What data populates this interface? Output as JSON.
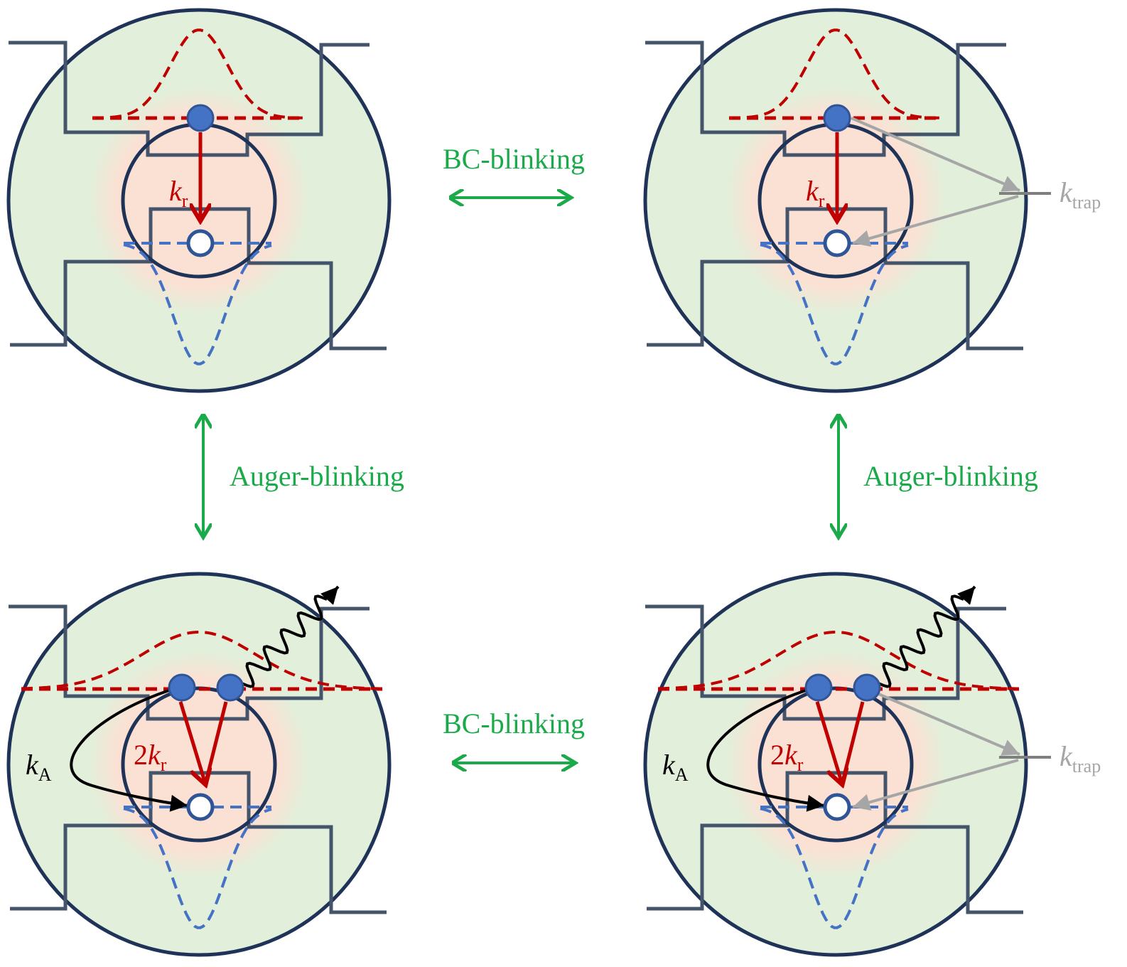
{
  "title": "Blinking mechanisms in core/shell quantum dots",
  "colors": {
    "shell_fill": "#e2efda",
    "core_glow": "#fbe1d4",
    "outline": "#1f3358",
    "band_edge": "#44546a",
    "electron": "#4472c4",
    "electron_wavefunction": "#c00000",
    "hole_wavefunction": "#4472c4",
    "transition_arrow": "#1aaa4a",
    "radiative_arrow": "#c00000",
    "trap": "#a6a6a6",
    "auger_arrow": "#000000"
  },
  "transitions": {
    "top_horizontal": "BC-blinking",
    "bottom_horizontal": "BC-blinking",
    "left_vertical": "Auger-blinking",
    "right_vertical": "Auger-blinking"
  },
  "panels": [
    {
      "id": "single-exciton",
      "radiative": {
        "prefix": "",
        "k": "k",
        "sub": "r"
      },
      "trap": null,
      "auger": null
    },
    {
      "id": "single-exciton-trap",
      "radiative": {
        "prefix": "",
        "k": "k",
        "sub": "r"
      },
      "trap": {
        "k": "k",
        "sub": "trap"
      },
      "auger": null
    },
    {
      "id": "trion",
      "radiative": {
        "prefix": "2",
        "k": "k",
        "sub": "r"
      },
      "trap": null,
      "auger": {
        "k": "k",
        "sub": "A"
      }
    },
    {
      "id": "trion-trap",
      "radiative": {
        "prefix": "2",
        "k": "k",
        "sub": "r"
      },
      "trap": {
        "k": "k",
        "sub": "trap"
      },
      "auger": {
        "k": "k",
        "sub": "A"
      }
    }
  ]
}
